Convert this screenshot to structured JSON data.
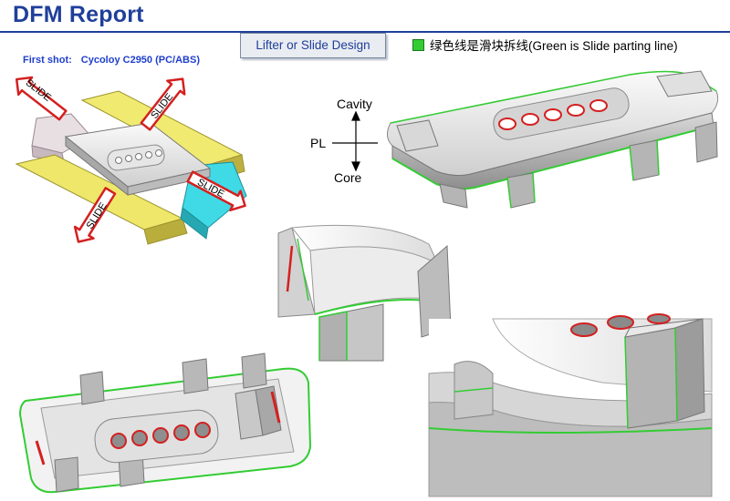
{
  "header": {
    "title": "DFM Report"
  },
  "design_label": "Lifter or Slide Design",
  "legend": {
    "text": "绿色线是滑块拆线(Green is Slide parting line)",
    "swatch_color": "#33cc33"
  },
  "first_shot": {
    "label": "First shot:",
    "material": "Cycoloy C2950 (PC/ABS)"
  },
  "slides": {
    "label": "SLIDE"
  },
  "directions": {
    "cavity": "Cavity",
    "pl": "PL",
    "core": "Core"
  },
  "colors": {
    "accent": "#1f3f9a",
    "parting_line": "#33cc33",
    "slide_yellow": "#e8e05a",
    "slide_cyan": "#33d4e0",
    "arrow_red": "#d42020"
  }
}
